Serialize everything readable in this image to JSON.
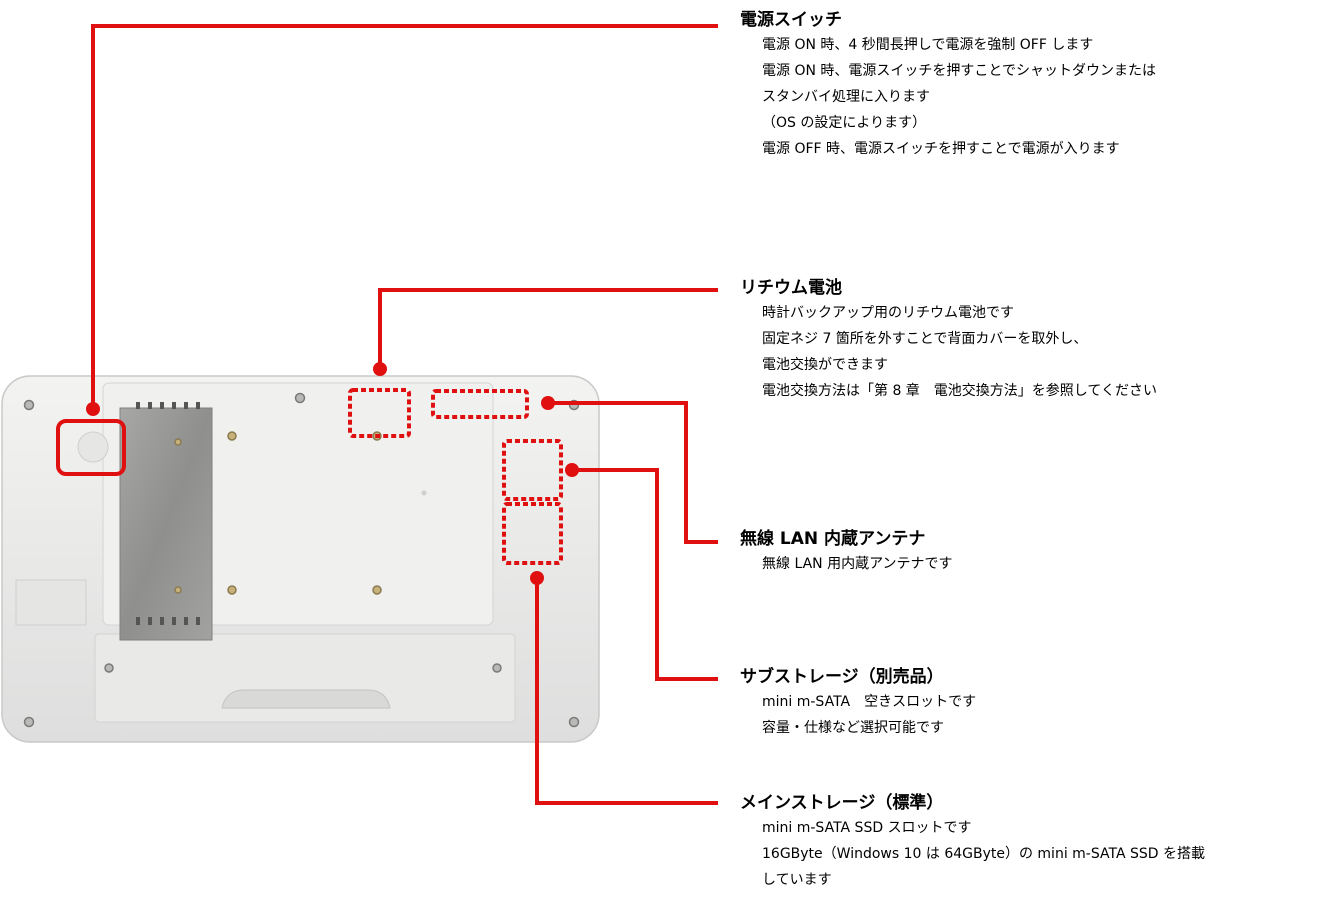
{
  "colors": {
    "callout_line": "#e01010",
    "device_body": "#ececea",
    "panel": "#9a9a98"
  },
  "callouts": {
    "power_switch": {
      "title": "電源スイッチ",
      "lines": [
        "電源 ON 時、4 秒間長押しで電源を強制 OFF します",
        "電源 ON 時、電源スイッチを押すことでシャットダウンまたは",
        "スタンバイ処理に入ります",
        "（OS の設定によります）",
        "電源 OFF 時、電源スイッチを押すことで電源が入ります"
      ]
    },
    "lithium_battery": {
      "title": "リチウム電池",
      "lines": [
        "時計バックアップ用のリチウム電池です",
        "固定ネジ 7 箇所を外すことで背面カバーを取外し、",
        "電池交換ができます",
        "電池交換方法は「第 8 章　電池交換方法」を参照してください"
      ]
    },
    "wireless_lan": {
      "title": "無線 LAN 内蔵アンテナ",
      "lines": [
        "無線 LAN 用内蔵アンテナです"
      ]
    },
    "sub_storage": {
      "title": "サブストレージ（別売品）",
      "lines": [
        "mini m-SATA　空きスロットです",
        "容量・仕様など選択可能です"
      ]
    },
    "main_storage": {
      "title": "メインストレージ（標準）",
      "lines": [
        "mini m-SATA SSD スロットです",
        "16GByte（Windows 10 は 64GByte）の mini m-SATA SSD を搭載",
        "しています"
      ]
    }
  }
}
